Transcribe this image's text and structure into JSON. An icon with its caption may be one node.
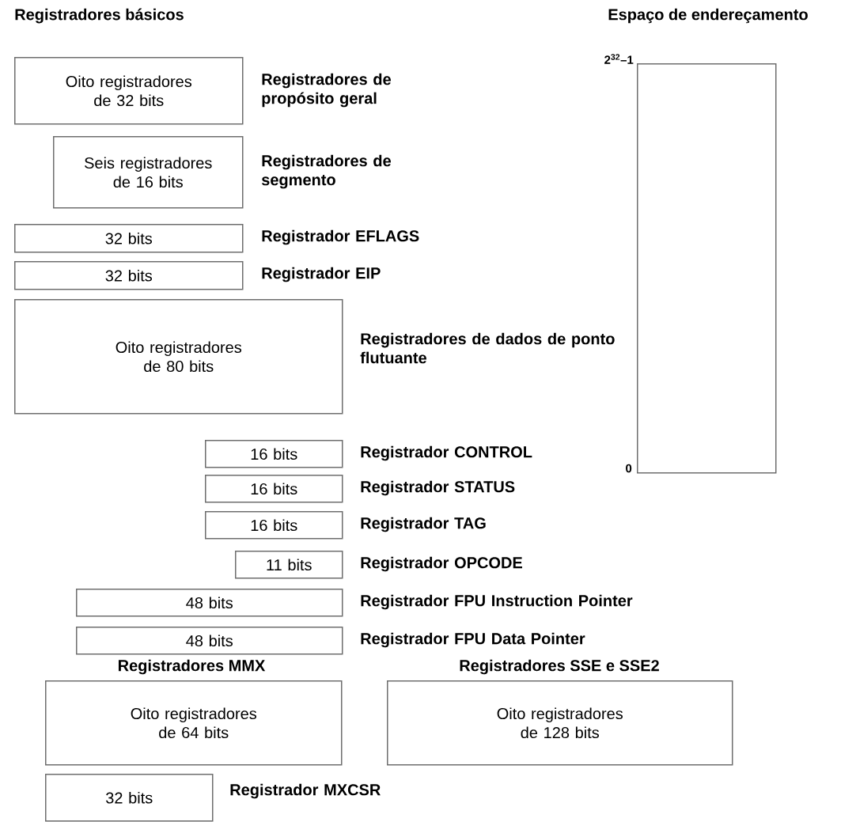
{
  "diagram": {
    "nodes": [
      {
        "text": [
          "Oito registradores de 32 bits"
        ],
        "beside": [
          "Registradores de propósito geral"
        ]
      },
      {
        "text": [
          "Seis registradores de 16 bits"
        ],
        "beside": [
          "Registradores de segmento"
        ]
      },
      {
        "text": [
          "32 bits"
        ],
        "beside": [
          "Registrador EFLAGS"
        ]
      },
      {
        "text": [
          "32 bits"
        ],
        "beside": [
          "Registrador EIP"
        ]
      },
      {
        "text": [
          "Oito registradores de 80 bits"
        ],
        "beside": [
          "Registradores de dados de ponto flutuante"
        ]
      },
      {
        "text": [
          "16 bits"
        ],
        "beside": [
          "Registrador CONTROL"
        ]
      },
      {
        "text": [
          "16 bits"
        ],
        "beside": [
          "Registrador STATUS"
        ]
      },
      {
        "text": [
          "16 bits"
        ],
        "beside": [
          "Registrador TAG"
        ]
      },
      {
        "text": [
          "11 bits"
        ],
        "beside": [
          "Registrador OPCODE"
        ]
      },
      {
        "text": [
          "48 bits"
        ],
        "beside": [
          "Registrador FPU Instruction Pointer"
        ]
      },
      {
        "text": [
          "48 bits"
        ],
        "beside": [
          "Registrador FPU Data Pointer"
        ]
      },
      {
        "text": [
          "Registradores MMX",
          "Oito registradores de 64 bits"
        ]
      },
      {
        "text": [
          "Registradores SSE e SSE2",
          "Oito registradores de 128 bits"
        ]
      },
      {
        "text": [
          "32 bits"
        ],
        "beside": [
          "Registrador MXCSR"
        ]
      },
      {
        "text": [
          "Espaço de endereçamento"
        ],
        "beside": [
          "2$^{32}$–1",
          "0"
        ]
      }
    ],
    "labels": [
      "Registradores básicos"
    ]
  }
}
